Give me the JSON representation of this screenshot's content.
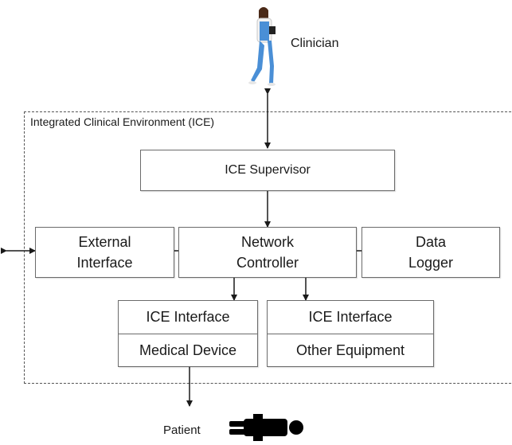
{
  "people": {
    "clinician": "Clinician",
    "patient": "Patient"
  },
  "environment": {
    "title": "Integrated Clinical Environment (ICE)"
  },
  "blocks": {
    "supervisor": "ICE Supervisor",
    "external_interface": [
      "External",
      "Interface"
    ],
    "network_controller": [
      "Network",
      "Controller"
    ],
    "data_logger": [
      "Data",
      "Logger"
    ],
    "medical_device_stack": {
      "top": "ICE Interface",
      "bottom": "Medical Device"
    },
    "other_equipment_stack": {
      "top": "ICE Interface",
      "bottom": "Other Equipment"
    }
  },
  "icons": {
    "clinician": "clinician-figure-icon",
    "patient": "patient-lying-icon"
  },
  "colors": {
    "line": "#1a1a1a",
    "border": "#6b6b6b",
    "scrub_blue": "#4a8fd6"
  }
}
